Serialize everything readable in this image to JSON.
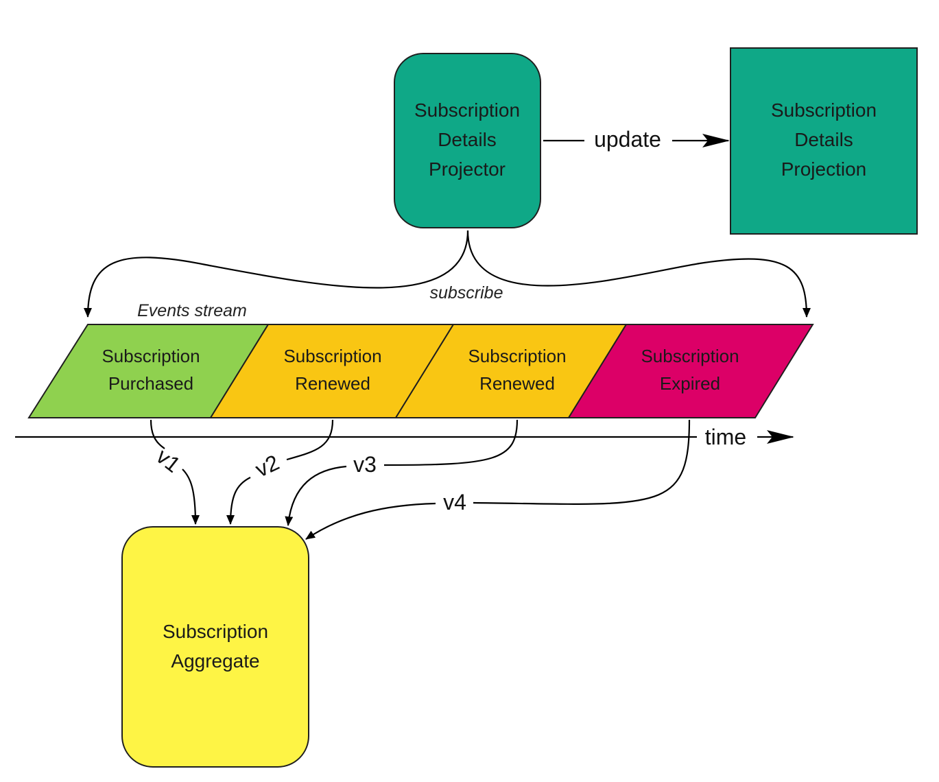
{
  "colors": {
    "projector": "#0fa887",
    "projection": "#0fa887",
    "purchased": "#8fd14f",
    "renewed": "#f9c613",
    "expired": "#dc0067",
    "aggregate": "#fef445"
  },
  "projector": {
    "line1": "Subscription",
    "line2": "Details",
    "line3": "Projector"
  },
  "projection": {
    "line1": "Subscription",
    "line2": "Details",
    "line3": "Projection"
  },
  "update_label": "update",
  "subscribe_label": "subscribe",
  "stream_label": "Events stream",
  "events": [
    {
      "line1": "Subscription",
      "line2": "Purchased"
    },
    {
      "line1": "Subscription",
      "line2": "Renewed"
    },
    {
      "line1": "Subscription",
      "line2": "Renewed"
    },
    {
      "line1": "Subscription",
      "line2": "Expired"
    }
  ],
  "time_label": "time",
  "versions": [
    "v1",
    "v2",
    "v3",
    "v4"
  ],
  "aggregate": {
    "line1": "Subscription",
    "line2": "Aggregate"
  }
}
